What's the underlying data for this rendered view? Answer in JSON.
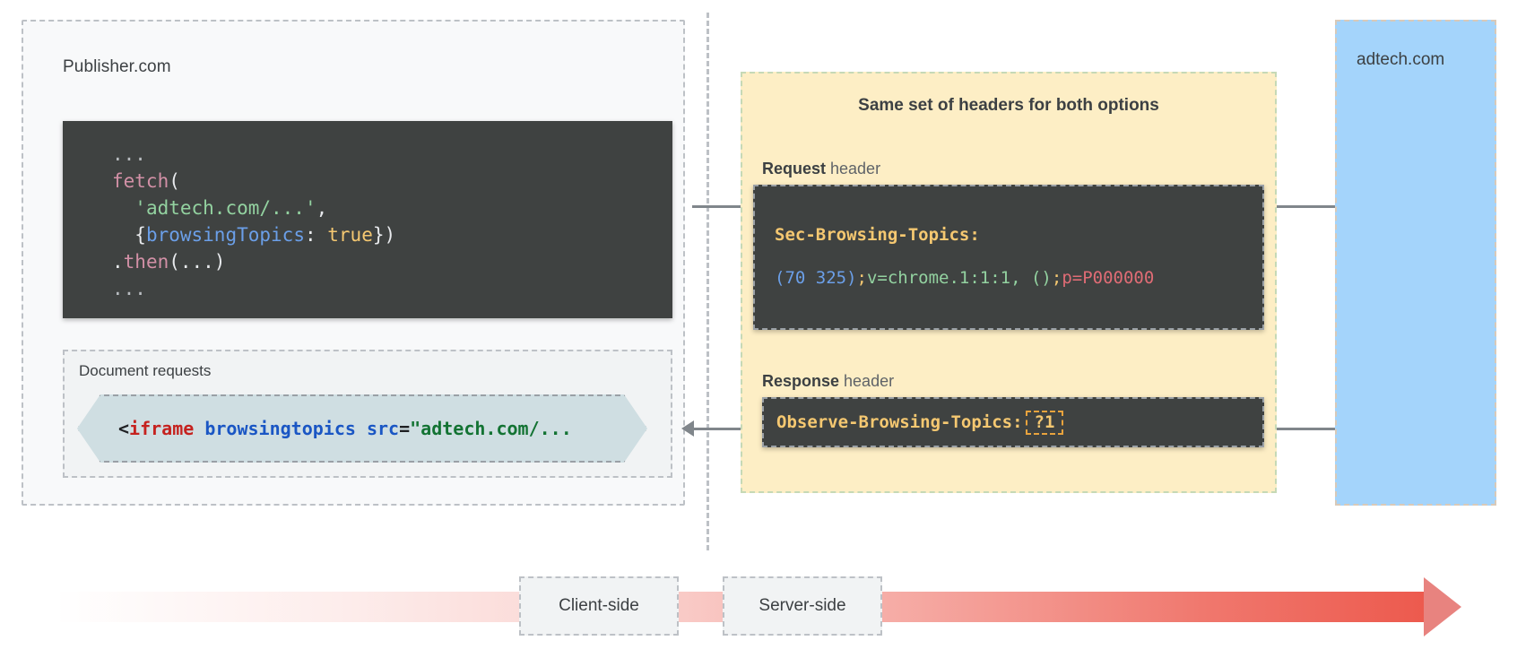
{
  "publisher": {
    "label": "Publisher.com",
    "fetch_code": {
      "line1": "...",
      "line2_fn": "fetch",
      "line2_punct": "(",
      "line3_str": "'adtech.com/...'",
      "line3_punct": ",",
      "line4_open": "{",
      "line4_prop": "browsingTopics",
      "line4_colon": ": ",
      "line4_bool": "true",
      "line4_close": "})",
      "line5_dot": ".",
      "line5_fn": "then",
      "line5_punct": "(...)",
      "line6": "..."
    },
    "document_requests": {
      "label": "Document requests",
      "snippet": {
        "lt": "<",
        "tag": "iframe",
        "space1": " ",
        "attr1": "browsingtopics",
        "space2": " ",
        "attr2": "src",
        "eq": "=",
        "value": "\"adtech.com/..."
      }
    }
  },
  "headers_panel": {
    "title": "Same set of headers for both options",
    "request_caption_bold": "Request",
    "request_caption_rest": " header",
    "response_caption_bold": "Response",
    "response_caption_rest": " header",
    "request_header": {
      "name": "Sec-Browsing-Topics:",
      "value_topics": "(70 325)",
      "value_sep1": ";",
      "value_v": "v=chrome.1:1:1, ()",
      "value_sep2": ";",
      "value_p": "p=P000000"
    },
    "response_header": {
      "name": "Observe-Browsing-Topics:",
      "value": "?1"
    }
  },
  "adtech": {
    "label": "adtech.com"
  },
  "timeline": {
    "client_label": "Client-side",
    "server_label": "Server-side"
  },
  "colors": {
    "headers_panel_bg": "#fdeec5",
    "adtech_panel_bg": "#a4d4fb",
    "publisher_panel_bg": "#f8f9fa",
    "code_bg": "#3f4241",
    "chevron_bg": "#cfdee2",
    "timeline_accent": "#e8837f",
    "highlight_border": "#e8a33d",
    "arrow_gray": "#80868b"
  }
}
